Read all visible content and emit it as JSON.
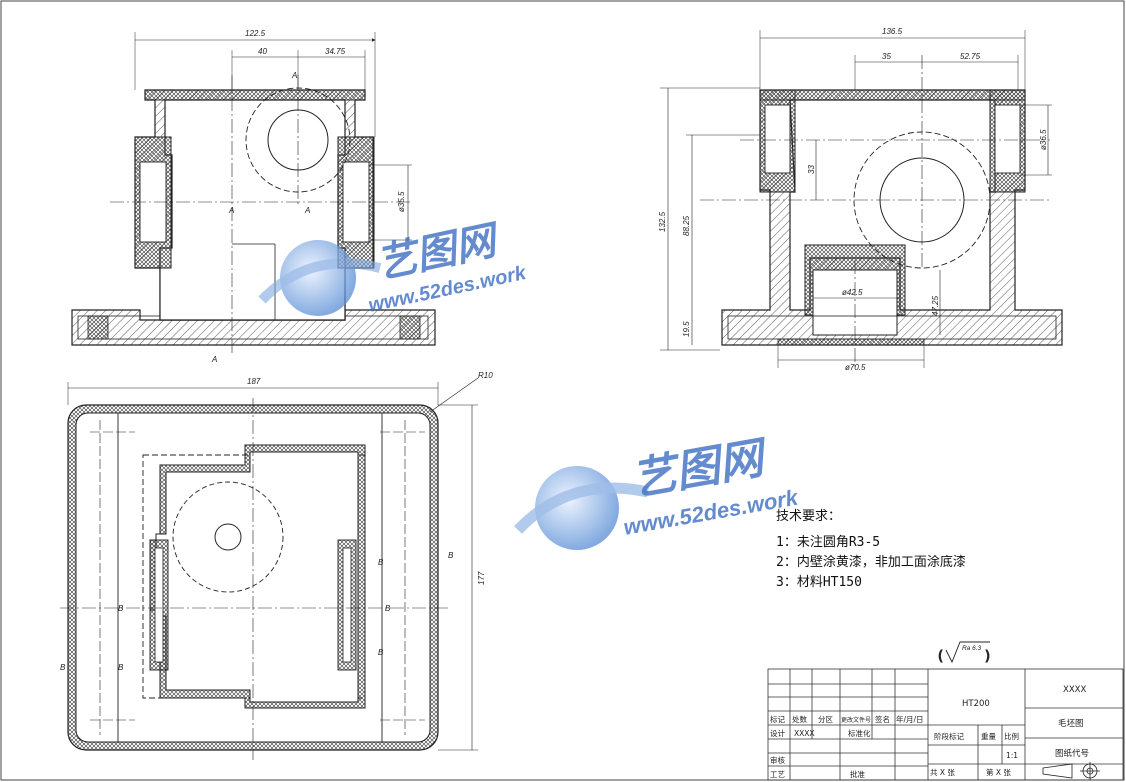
{
  "front_view": {
    "dims": {
      "overall_width": "122.5",
      "left_seg": "40",
      "right_seg": "34.75",
      "bore_dia": "ø35.5"
    },
    "section_labels": [
      "A",
      "A",
      "A",
      "A",
      "A"
    ]
  },
  "side_view": {
    "dims": {
      "overall_width": "136.5",
      "left_seg": "35",
      "right_seg": "52.75",
      "bore_dia": "ø36.5",
      "height": "132.5",
      "height2": "88.25",
      "base_h": "19.5",
      "off": "33",
      "inner_dia": "ø42.5",
      "inner_h": "47.25",
      "base_dia": "ø70.5"
    }
  },
  "top_view": {
    "dims": {
      "width": "187",
      "height": "177",
      "radius": "R10"
    },
    "section_labels": [
      "B",
      "B",
      "B",
      "B",
      "B",
      "B",
      "B",
      "B"
    ]
  },
  "notes": {
    "title": "技术要求：",
    "items": [
      "1：未注圆角R3-5",
      "2：内壁涂黄漆，非加工面涂底漆",
      "3：材料HT150"
    ]
  },
  "roughness": "Ra 6.3",
  "title_block": {
    "material": "HT200",
    "drawing_name": "XXXX",
    "title": "毛坯图",
    "drawing_no": "图纸代号",
    "scale": "1:1",
    "header_cols": [
      "标记",
      "处数",
      "分区",
      "更改文件号",
      "签名",
      "年/月/日"
    ],
    "design_label": "设计",
    "design_value": "XXXX",
    "standard_label": "标准化",
    "review_label": "审核",
    "process_label": "工艺",
    "approve_label": "批准",
    "stage_label": "阶段标记",
    "weight_label": "重量",
    "ratio_label": "比例",
    "sheets_total": "共 X 张",
    "sheet_no": "第 X 张"
  },
  "watermark": {
    "brand": "艺图网",
    "url": "www.52des.work"
  }
}
